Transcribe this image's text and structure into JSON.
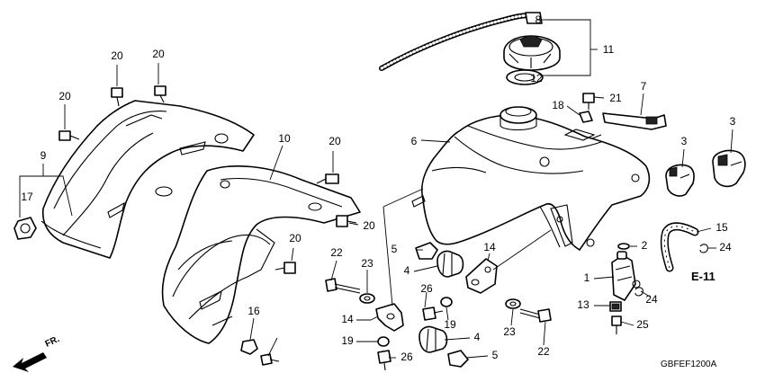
{
  "diagram": {
    "section_reference": "E-11",
    "figure_code": "GBFEF1200A",
    "front_indicator": "FR.",
    "callouts": {
      "c1": "1",
      "c2": "2",
      "c3a": "3",
      "c3b": "3",
      "c4a": "4",
      "c4b": "4",
      "c5a": "5",
      "c5b": "5",
      "c6": "6",
      "c7": "7",
      "c8": "8",
      "c9": "9",
      "c10": "10",
      "c11": "11",
      "c12": "12",
      "c13": "13",
      "c14a": "14",
      "c14b": "14",
      "c15": "15",
      "c16": "16",
      "c17": "17",
      "c18": "18",
      "c19a": "19",
      "c19b": "19",
      "c20a": "20",
      "c20b": "20",
      "c20c": "20",
      "c20d": "20",
      "c20e": "20",
      "c20f": "20",
      "c21": "21",
      "c22a": "22",
      "c22b": "22",
      "c23a": "23",
      "c23b": "23",
      "c24a": "24",
      "c24b": "24",
      "c25": "25",
      "c26a": "26",
      "c26b": "26"
    }
  }
}
